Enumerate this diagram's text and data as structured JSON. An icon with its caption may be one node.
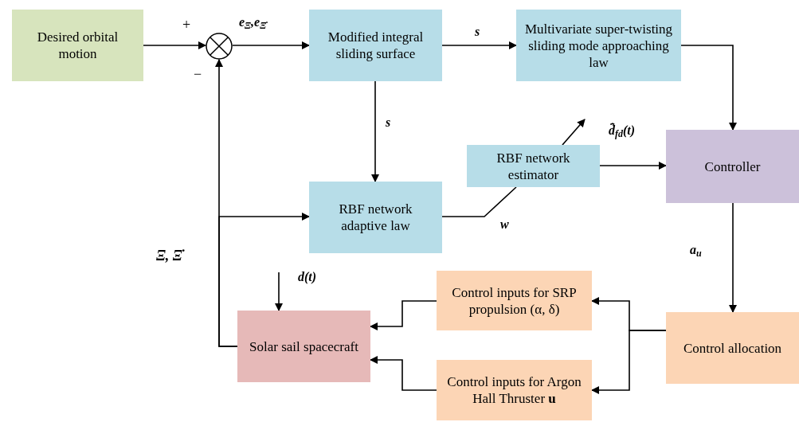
{
  "diagram": {
    "nodes": [
      {
        "text": [
          "Desired orbital motion"
        ]
      },
      {
        "text": [],
        "shape": "circle"
      },
      {
        "text": [
          "Modified integral sliding surface"
        ]
      },
      {
        "text": [
          "Multivariate super-twisting sliding mode approaching law"
        ]
      },
      {
        "text": [
          "RBF network estimator"
        ]
      },
      {
        "text": [
          "Controller"
        ]
      },
      {
        "text": [
          "RBF network adaptive law"
        ]
      },
      {
        "text": [
          "Solar sail spacecraft"
        ]
      },
      {
        "text": [
          "Control inputs for SRP propulsion (α, δ)"
        ]
      },
      {
        "text": [
          "Control allocation"
        ]
      },
      {
        "text": [
          "Control inputs for Argon Hall Thruster **u**"
        ]
      }
    ],
    "edges": [
      {
        "from": 0,
        "to": 1,
        "arrow": "to"
      },
      {
        "from": 1,
        "to": 2,
        "arrow": "to",
        "label": "e$_{Ξ}$,e$_{Ξ̇}$"
      },
      {
        "from": 2,
        "to": 3,
        "arrow": "to",
        "label": "s"
      },
      {
        "from": 2,
        "to": 6,
        "arrow": "to",
        "label": "s"
      },
      {
        "from": 3,
        "to": 5,
        "arrow": "to"
      },
      {
        "from": 6,
        "to": 4,
        "arrow": "none",
        "label": "w"
      },
      {
        "from": 4,
        "to": 5,
        "arrow": "to",
        "label": "d̄̂$_{fd}$(t)"
      },
      {
        "from": 5,
        "to": 9,
        "arrow": "to",
        "label": "a$_{u}$"
      },
      {
        "from": 9,
        "to": 8,
        "arrow": "to"
      },
      {
        "from": 9,
        "to": 10,
        "arrow": "to"
      },
      {
        "from": 8,
        "to": 7,
        "arrow": "to"
      },
      {
        "from": 10,
        "to": 7,
        "arrow": "to"
      },
      {
        "from": 7,
        "to": 1,
        "arrow": "to"
      },
      {
        "from": 7,
        "to": 6,
        "arrow": "to"
      },
      {
        "from": null,
        "to": 7,
        "arrow": "to",
        "label": "d(t)"
      }
    ],
    "labels": [
      "+",
      "−",
      "Ξ, Ξ̇"
    ]
  }
}
